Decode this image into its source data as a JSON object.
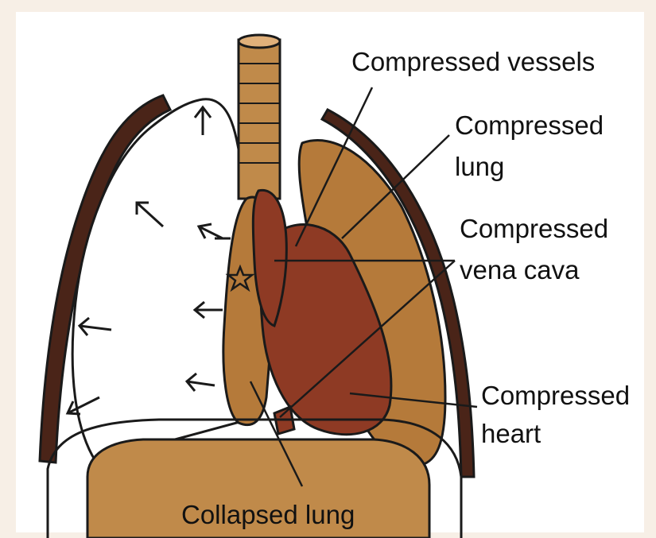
{
  "labels": {
    "compressed_vessels": "Compressed vessels",
    "compressed_lung_line1": "Compressed",
    "compressed_lung_line2": "lung",
    "compressed_vena_cava_line1": "Compressed",
    "compressed_vena_cava_line2": "vena cava",
    "compressed_heart_line1": "Compressed",
    "compressed_heart_line2": "heart",
    "collapsed_lung": "Collapsed lung"
  },
  "colors": {
    "background": "#f7efe6",
    "pleural_space": "#ffffff",
    "lung_tissue": "#b57a3a",
    "heart": "#8e3a24",
    "chest_wall": "#4a2418",
    "outline": "#1a1a1a",
    "label_text": "#111111"
  }
}
